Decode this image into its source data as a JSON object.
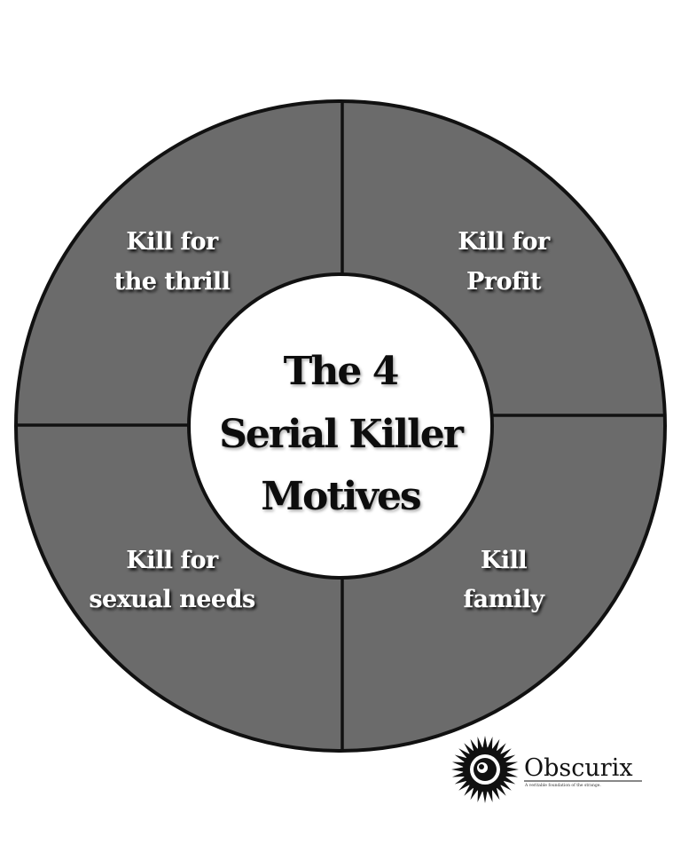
{
  "diagram": {
    "center_title": [
      "The 4",
      "Serial Killer",
      "Motives"
    ],
    "segments": [
      {
        "lines": [
          "Kill for",
          "the thrill"
        ]
      },
      {
        "lines": [
          "Kill for",
          "Profit"
        ]
      },
      {
        "lines": [
          "Kill for",
          "sexual needs"
        ]
      },
      {
        "lines": [
          "Kill",
          "family"
        ]
      }
    ]
  },
  "brand": {
    "name": "Obscurix",
    "tagline": "A veritable foundation of the strange.",
    "icon": "sunburst-eye-icon"
  },
  "colors": {
    "ring_fill": "#6b6b6b",
    "center_fill": "#ffffff",
    "outline": "#111111",
    "label_text": "#ffffff"
  }
}
